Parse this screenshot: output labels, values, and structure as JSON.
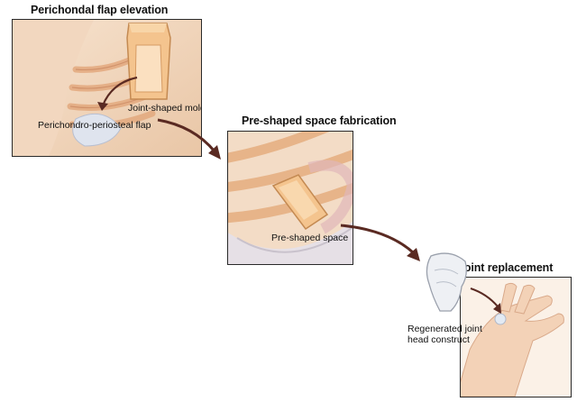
{
  "steps": [
    {
      "title": "Perichondal flap elevation",
      "labels": [
        "Joint-shaped mold",
        "Perichondro-periosteal flap"
      ]
    },
    {
      "title": "Pre-shaped space fabrication",
      "labels": [
        "Pre-shaped space"
      ]
    },
    {
      "title": "Joint replacement",
      "labels": [
        "Regenerated joint",
        "head construct"
      ]
    }
  ],
  "colors": {
    "skin": "#f1d6bd",
    "rib": "#e7b88e",
    "flap": "#dfe4ee",
    "arrow": "#5a2a22",
    "border": "#2a2a2a"
  }
}
